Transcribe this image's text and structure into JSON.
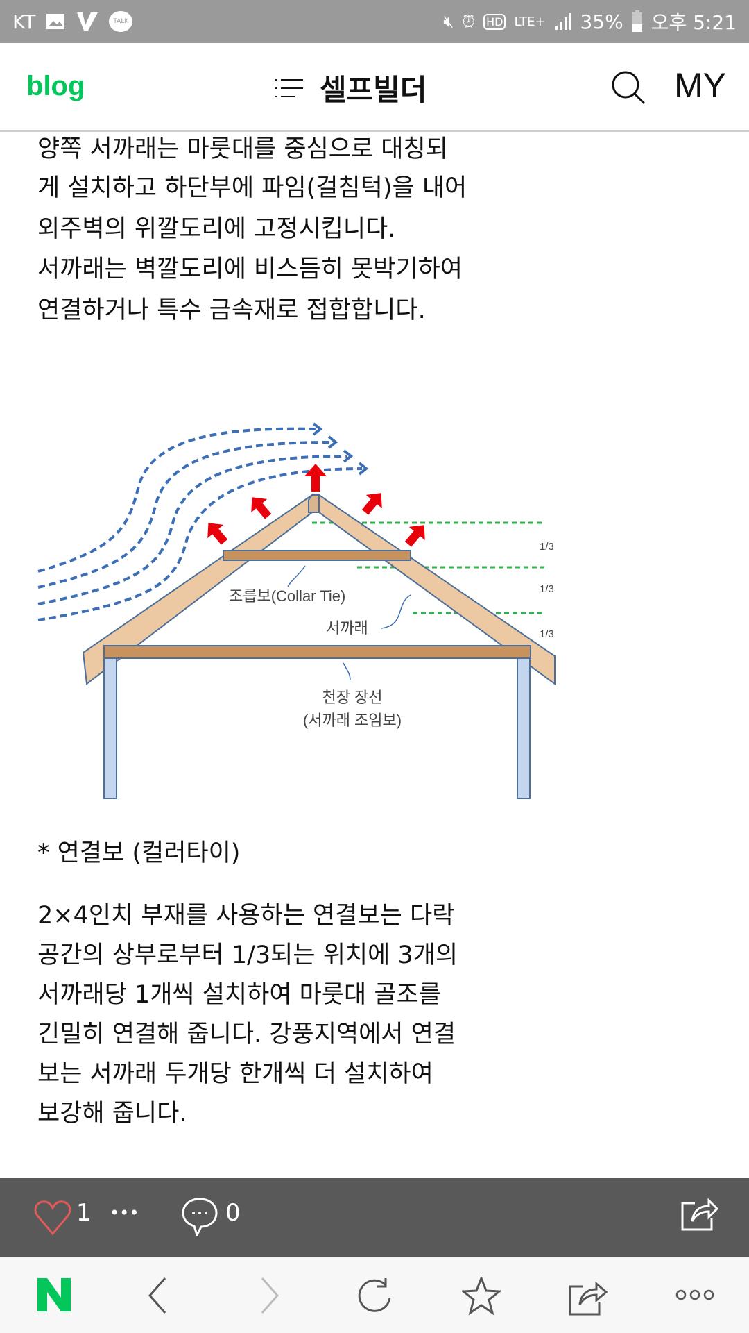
{
  "status_bar": {
    "carrier": "KT",
    "talk_badge": "TALK",
    "hd": "HD",
    "network": "LTE+",
    "battery": "35%",
    "time": "오후 5:21"
  },
  "header": {
    "logo": "blog",
    "title": "셀프빌더",
    "my": "MY"
  },
  "article": {
    "intro_lines": [
      "양쪽 서까래는 마룻대를 중심으로 대칭되",
      "게 설치하고 하단부에 파임(걸침턱)을 내어",
      "외주벽의 위깔도리에 고정시킵니다.",
      "서까래는 벽깔도리에 비스듬히 못박기하여",
      "연결하거나 특수 금속재로 접합합니다."
    ],
    "diagram": {
      "collar_tie_label": "조릅보(Collar Tie)",
      "rafter_label": "서까래",
      "ceiling_joist_label": "천장 장선",
      "ceiling_joist_sub": "(서까래 조임보)",
      "fractions": [
        "1/3",
        "1/3",
        "1/3"
      ]
    },
    "section_heading": "* 연결보 (컬러타이)",
    "body_lines": [
      "2×4인치 부재를 사용하는 연결보는 다락",
      "공간의 상부로부터 1/3되는 위치에 3개의",
      "서까래당 1개씩 설치하여 마룻대 골조를",
      "긴밀히 연결해 줍니다. 강풍지역에서 연결",
      "보는 서까래 두개당 한개씩 더 설치하여",
      "보강해 줍니다."
    ]
  },
  "action_bar": {
    "like_count": "1",
    "more": "•••",
    "comment_count": "0"
  },
  "colors": {
    "naver_green": "#03c75a",
    "overlay": "#595959",
    "like_red": "#e05a5a"
  }
}
